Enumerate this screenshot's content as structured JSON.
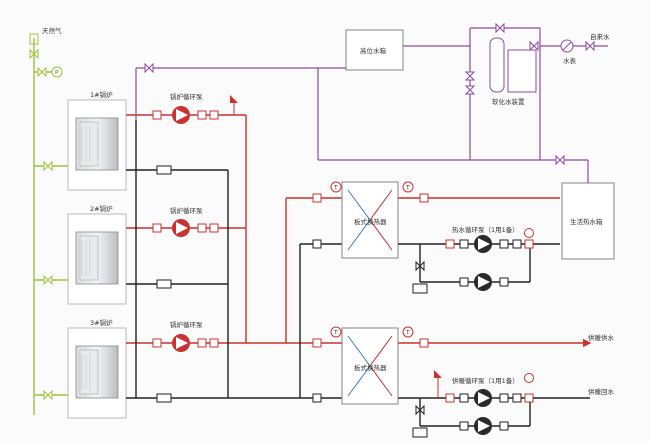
{
  "labels": {
    "gas": "天然气",
    "boiler1": "1#锅炉",
    "boiler2": "2#锅炉",
    "boiler3": "3#锅炉",
    "pump_label_1": "锅炉循环泵",
    "pump_label_2": "锅炉循环泵",
    "pump_label_3": "锅炉循环泵",
    "hx1": "板式换热器",
    "hx2": "板式换热器",
    "expansion_tank": "高位水箱",
    "softener": "软化水装置",
    "tap_water": "自来水",
    "water_meter": "水表",
    "hot_water_tank": "生活热水箱",
    "hot_pump": "热水循环泵（1用1备）",
    "heating_pump": "供暖循环泵（1用1备）",
    "heating_supply": "供暖供水",
    "heating_return": "供暖回水",
    "gauge_p": "P",
    "gauge_t": "T"
  },
  "colors": {
    "supply": "#c8322f",
    "return": "#222222",
    "makeup": "#8a4d9c",
    "gas": "#9cc43a",
    "pump_black": "#2a2a2a"
  }
}
